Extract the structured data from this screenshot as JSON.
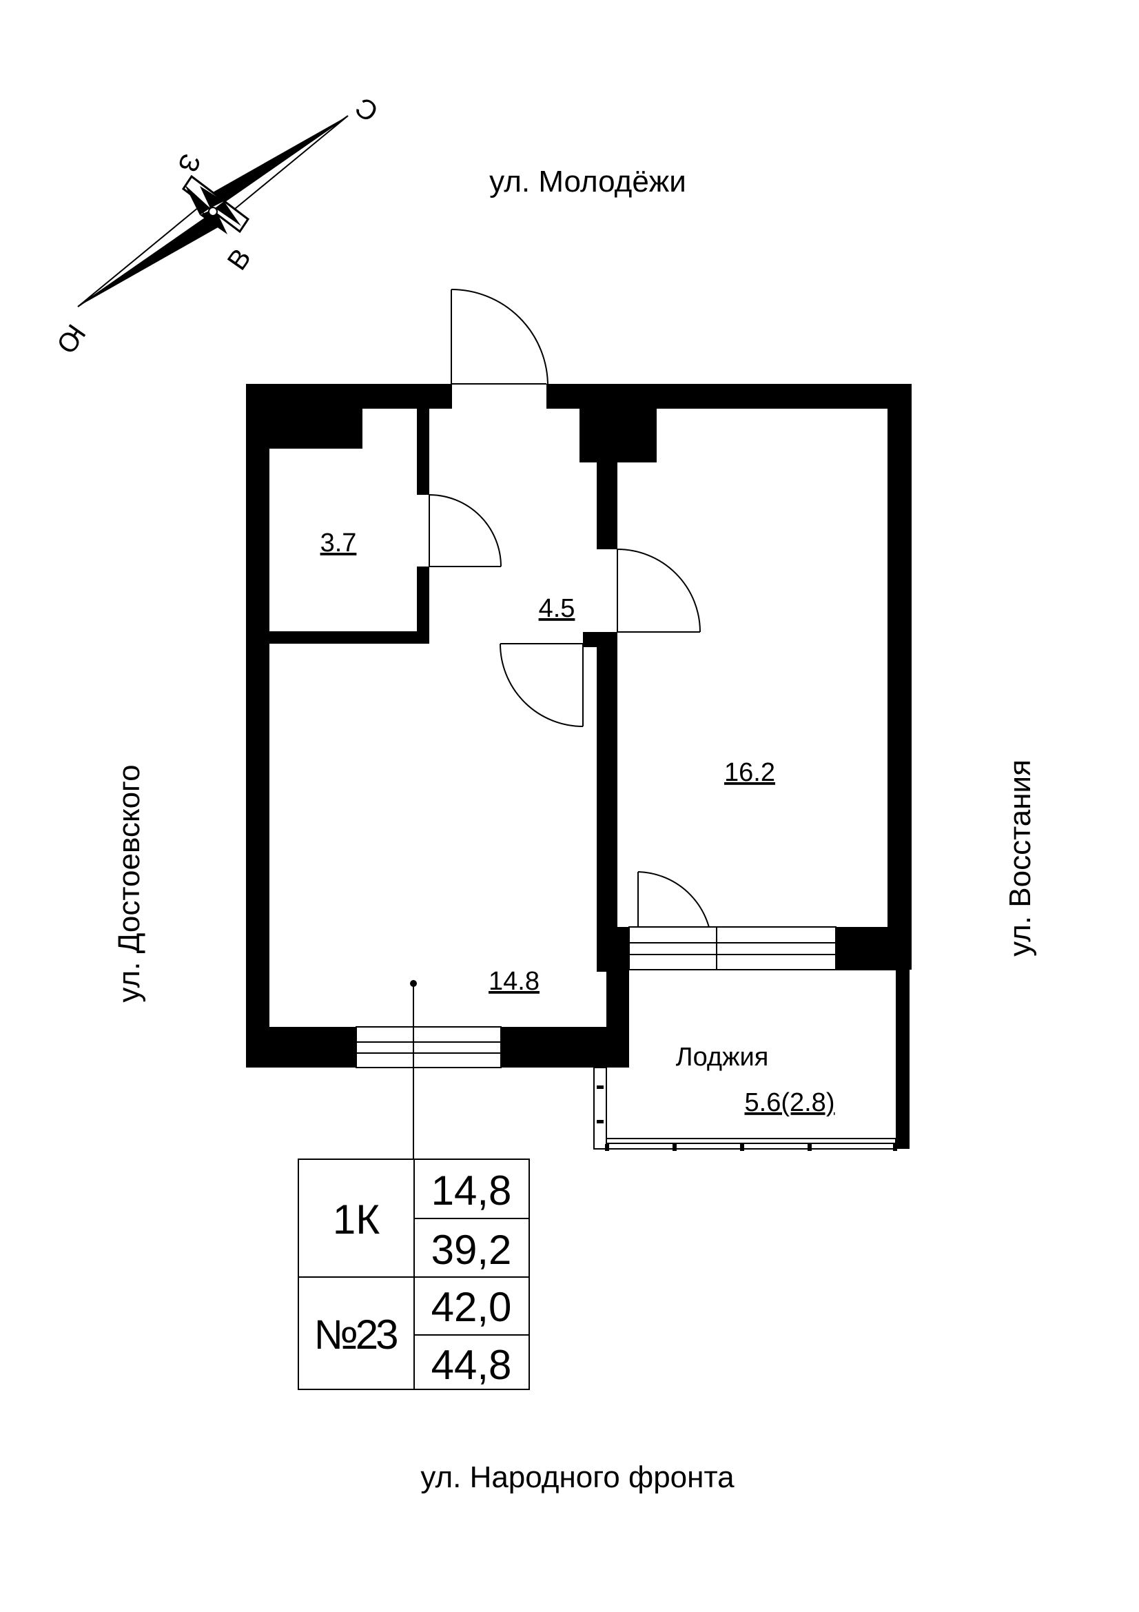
{
  "streets": {
    "north": "ул. Молодёжи",
    "south": "ул. Народного фронта",
    "west": "ул. Достоевского",
    "east": "ул. Восстания"
  },
  "compass": {
    "north": "С",
    "south": "Ю",
    "west": "З",
    "east": "В"
  },
  "rooms": {
    "bathroom": "3.7",
    "hall": "4.5",
    "bedroom": "16.2",
    "living": "14.8",
    "loggia_name": "Лоджия",
    "loggia_area": "5.6(2.8)"
  },
  "summary": {
    "type": "1К",
    "number": "№23",
    "living_area": "14,8",
    "area_2": "39,2",
    "area_3": "42,0",
    "area_4": "44,8"
  }
}
